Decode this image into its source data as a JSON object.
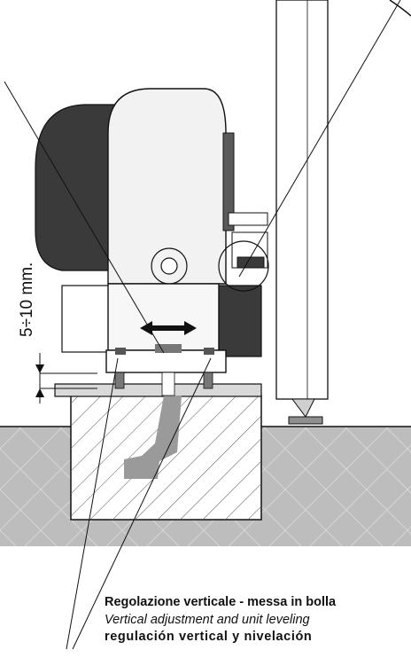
{
  "dimension_label": "5÷10 mm.",
  "caption": {
    "italian": "Regolazione verticale - messa in bolla",
    "english": "Vertical adjustment and unit leveling",
    "spanish": "regulación vertical y nivelación"
  },
  "colors": {
    "ground": "#bdbdbd",
    "motor_body": "#3a3a3a",
    "cover": "#f2f2f2",
    "line": "#111111"
  }
}
